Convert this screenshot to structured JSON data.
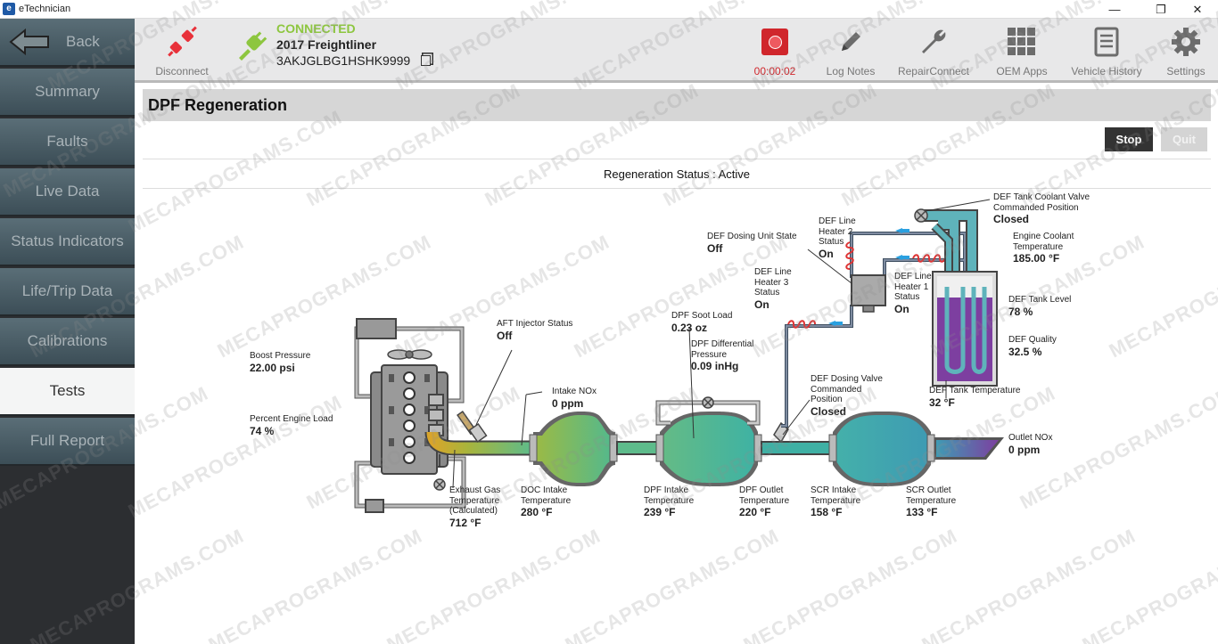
{
  "window": {
    "title": "eTechnician",
    "app_icon": "e"
  },
  "sidebar": {
    "back_label": "Back",
    "items": [
      "Summary",
      "Faults",
      "Live Data",
      "Status Indicators",
      "Life/Trip Data",
      "Calibrations",
      "Tests",
      "Full Report"
    ],
    "active_item": "Tests"
  },
  "toolbar": {
    "disconnect_label": "Disconnect",
    "connection_status": "CONNECTED",
    "vehicle": "2017 Freightliner",
    "vin": "3AKJGLBG1HSHK9999",
    "timer": "00:00:02",
    "log_notes_label": "Log Notes",
    "repair_connect_label": "RepairConnect",
    "oem_apps_label": "OEM Apps",
    "vehicle_history_label": "Vehicle History",
    "settings_label": "Settings"
  },
  "page": {
    "title": "DPF Regeneration",
    "stop_label": "Stop",
    "quit_label": "Quit",
    "regen_status": "Regeneration Status : Active"
  },
  "diagram": {
    "boost_pressure": {
      "label": "Boost Pressure",
      "value": "22.00 psi"
    },
    "engine_load": {
      "label": "Percent Engine Load",
      "value": "74 %"
    },
    "aft_injector": {
      "label": "AFT Injector Status",
      "value": "Off"
    },
    "exhaust_gas_temp": {
      "label1": "Exhaust Gas",
      "label2": "Temperature",
      "label3": "(Calculated)",
      "value": "712 °F"
    },
    "intake_nox": {
      "label": "Intake NOx",
      "value": "0 ppm"
    },
    "doc_intake_temp": {
      "label1": "DOC Intake",
      "label2": "Temperature",
      "value": "280 °F"
    },
    "dpf_soot_load": {
      "label": "DPF Soot Load",
      "value": "0.23 oz"
    },
    "dpf_diff_pressure": {
      "label1": "DPF Differential",
      "label2": "Pressure",
      "value": "0.09 inHg"
    },
    "dpf_intake_temp": {
      "label1": "DPF Intake",
      "label2": "Temperature",
      "value": "239 °F"
    },
    "dpf_outlet_temp": {
      "label1": "DPF Outlet",
      "label2": "Temperature",
      "value": "220 °F"
    },
    "def_dosing_unit": {
      "label": "DEF Dosing Unit State",
      "value": "Off"
    },
    "def_line_heater2": {
      "label1": "DEF Line",
      "label2": "Heater 2",
      "label3": "Status",
      "value": "On"
    },
    "def_line_heater3": {
      "label1": "DEF Line",
      "label2": "Heater 3",
      "label3": "Status",
      "value": "On"
    },
    "def_line_heater1": {
      "label1": "DEF Line",
      "label2": "Heater 1",
      "label3": "Status",
      "value": "On"
    },
    "def_dosing_valve": {
      "label1": "DEF Dosing Valve",
      "label2": "Commanded",
      "label3": "Position",
      "value": "Closed"
    },
    "scr_intake_temp": {
      "label1": "SCR Intake",
      "label2": "Temperature",
      "value": "158 °F"
    },
    "scr_outlet_temp": {
      "label1": "SCR Outlet",
      "label2": "Temperature",
      "value": "133 °F"
    },
    "def_tank_coolant_valve": {
      "label1": "DEF Tank Coolant Valve",
      "label2": "Commanded Position",
      "value": "Closed"
    },
    "engine_coolant_temp": {
      "label1": "Engine Coolant",
      "label2": "Temperature",
      "value": "185.00 °F"
    },
    "def_tank_level": {
      "label": "DEF Tank Level",
      "value": "78 %"
    },
    "def_quality": {
      "label": "DEF Quality",
      "value": "32.5 %"
    },
    "def_tank_temp": {
      "label": "DEF Tank Temperature",
      "value": "32 °F"
    },
    "outlet_nox": {
      "label": "Outlet NOx",
      "value": "0 ppm"
    }
  },
  "watermark_text": "MECAPROGRAMS.COM",
  "colors": {
    "connected": "#8dc63f",
    "record": "#e8313a",
    "timer": "#d0262c",
    "def_fluid": "#7d3fa0",
    "coolant": "#5fb3bb"
  }
}
